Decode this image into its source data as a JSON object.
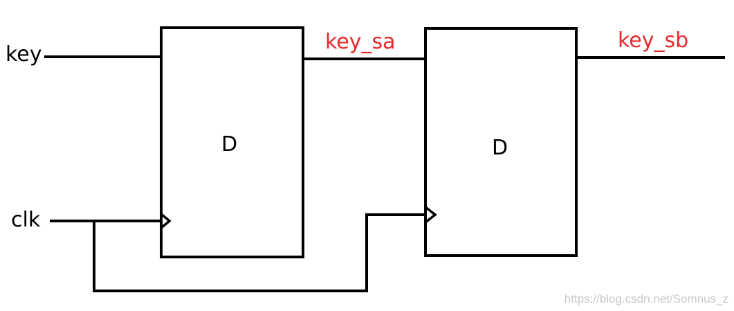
{
  "signals": {
    "input_key": "key",
    "input_clk": "clk",
    "output_sa": "key_sa",
    "output_sb": "key_sb"
  },
  "flipflops": [
    {
      "label": "D"
    },
    {
      "label": "D"
    }
  ],
  "watermark": "https://blog.csdn.net/Somnus_z",
  "colors": {
    "signal_output": "#e8282b",
    "wire": "#000000",
    "watermark": "#c9c9c9"
  }
}
